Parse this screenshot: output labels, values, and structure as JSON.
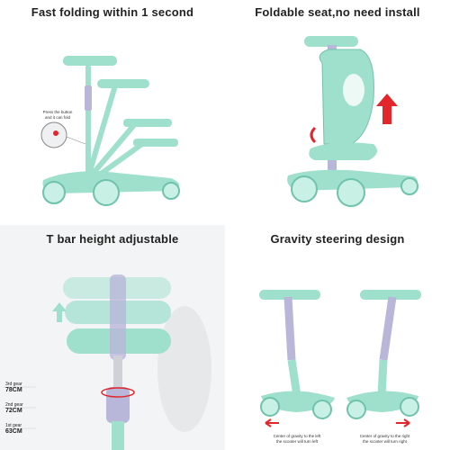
{
  "colors": {
    "mint": "#9fe0cd",
    "mint_dark": "#6fc3ab",
    "lilac": "#b9b7d9",
    "grey_bg": "#eef0f2",
    "red_arrow": "#e2262b",
    "wheel_glow": "#c9f0e4"
  },
  "panels": [
    {
      "title": "Fast folding within 1 second",
      "callout": "Press the button and it can fold"
    },
    {
      "title": "Foldable seat,no need install"
    },
    {
      "title": "T bar height adjustable",
      "gears": [
        {
          "label": "3rd gear",
          "value": "78CM"
        },
        {
          "label": "2nd gear",
          "value": "72CM"
        },
        {
          "label": "1st gear",
          "value": "63CM"
        }
      ]
    },
    {
      "title": "Gravity steering design",
      "captions": [
        {
          "line1": "Center of gravity to the left",
          "line2": "the scooter will turn left"
        },
        {
          "line1": "Center of gravity to the right",
          "line2": "the scooter will turn right"
        }
      ]
    }
  ]
}
